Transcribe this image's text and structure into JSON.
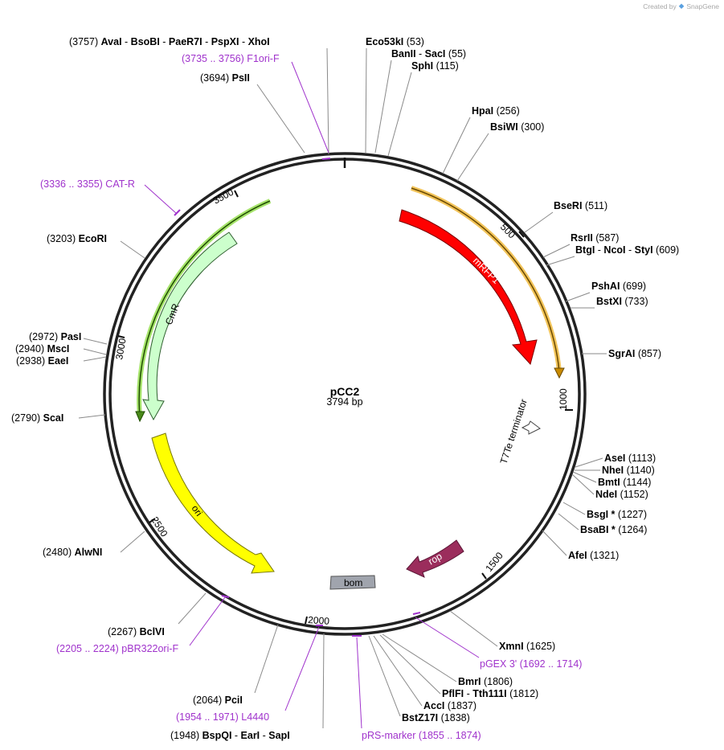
{
  "credit": {
    "prefix": "Created by",
    "brand": "SnapGene"
  },
  "plasmid": {
    "name": "pCC2",
    "size_label": "3794 bp"
  },
  "ticks": [
    {
      "label": "500"
    },
    {
      "label": "1000"
    },
    {
      "label": "1500"
    },
    {
      "label": "2000"
    },
    {
      "label": "2500"
    },
    {
      "label": "3000"
    },
    {
      "label": "3500"
    }
  ],
  "features": [
    {
      "name": "mRFP1",
      "color": "#ff0000"
    },
    {
      "name": "T7Te terminator",
      "color": "#ffffff"
    },
    {
      "name": "rop",
      "color": "#9b2d5c"
    },
    {
      "name": "bom",
      "color": "#a0a4ad"
    },
    {
      "name": "ori",
      "color": "#ffff00"
    },
    {
      "name": "CmR",
      "color": "#ccffcc"
    }
  ],
  "sites": [
    {
      "pos": "(3757)",
      "names": [
        "AvaI",
        "BsoBI",
        "PaeR7I",
        "PspXI",
        "XhoI"
      ]
    },
    {
      "pos": "(53)",
      "names": [
        "Eco53kI"
      ]
    },
    {
      "pos": "(55)",
      "names": [
        "BanII",
        "SacI"
      ]
    },
    {
      "pos": "(115)",
      "names": [
        "SphI"
      ]
    },
    {
      "pos": "(3694)",
      "names": [
        "PsII"
      ]
    },
    {
      "pos": "(256)",
      "names": [
        "HpaI"
      ]
    },
    {
      "pos": "(300)",
      "names": [
        "BsiWI"
      ]
    },
    {
      "pos": "(511)",
      "names": [
        "BseRI"
      ]
    },
    {
      "pos": "(587)",
      "names": [
        "RsrII"
      ]
    },
    {
      "pos": "(609)",
      "names": [
        "BtgI",
        "NcoI",
        "StyI"
      ]
    },
    {
      "pos": "(699)",
      "names": [
        "PshAI"
      ]
    },
    {
      "pos": "(733)",
      "names": [
        "BstXI"
      ]
    },
    {
      "pos": "(857)",
      "names": [
        "SgrAI"
      ]
    },
    {
      "pos": "(1113)",
      "names": [
        "AseI"
      ]
    },
    {
      "pos": "(1140)",
      "names": [
        "NheI"
      ]
    },
    {
      "pos": "(1144)",
      "names": [
        "BmtI"
      ]
    },
    {
      "pos": "(1152)",
      "names": [
        "NdeI"
      ]
    },
    {
      "pos": "(1227)",
      "names": [
        "BsgI *"
      ]
    },
    {
      "pos": "(1264)",
      "names": [
        "BsaBI *"
      ]
    },
    {
      "pos": "(1321)",
      "names": [
        "AfeI"
      ]
    },
    {
      "pos": "(1625)",
      "names": [
        "XmnI"
      ]
    },
    {
      "pos": "(1806)",
      "names": [
        "BmrI"
      ]
    },
    {
      "pos": "(1812)",
      "names": [
        "PflFI",
        "Tth111I"
      ]
    },
    {
      "pos": "(1837)",
      "names": [
        "AccI"
      ]
    },
    {
      "pos": "(1838)",
      "names": [
        "BstZ17I"
      ]
    },
    {
      "pos": "(1948)",
      "names": [
        "BspQI",
        "EarI",
        "SapI"
      ]
    },
    {
      "pos": "(2064)",
      "names": [
        "PciI"
      ]
    },
    {
      "pos": "(2267)",
      "names": [
        "BclVI"
      ]
    },
    {
      "pos": "(2480)",
      "names": [
        "AlwNI"
      ]
    },
    {
      "pos": "(2790)",
      "names": [
        "ScaI"
      ]
    },
    {
      "pos": "(2972)",
      "names": [
        "PasI"
      ]
    },
    {
      "pos": "(2940)",
      "names": [
        "MscI"
      ]
    },
    {
      "pos": "(2938)",
      "names": [
        "EaeI"
      ]
    },
    {
      "pos": "(3203)",
      "names": [
        "EcoRI"
      ]
    }
  ],
  "primers": [
    {
      "range": "(3735 .. 3756)",
      "name": "F1ori-F"
    },
    {
      "range": "(3336 .. 3355)",
      "name": "CAT-R"
    },
    {
      "range": "(1692 .. 1714)",
      "name": "pGEX 3'"
    },
    {
      "range": "(1855 .. 1874)",
      "name": "pRS-marker"
    },
    {
      "range": "(1954 .. 1971)",
      "name": "L4440"
    },
    {
      "range": "(2205 .. 2224)",
      "name": "pBR322ori-F"
    }
  ]
}
